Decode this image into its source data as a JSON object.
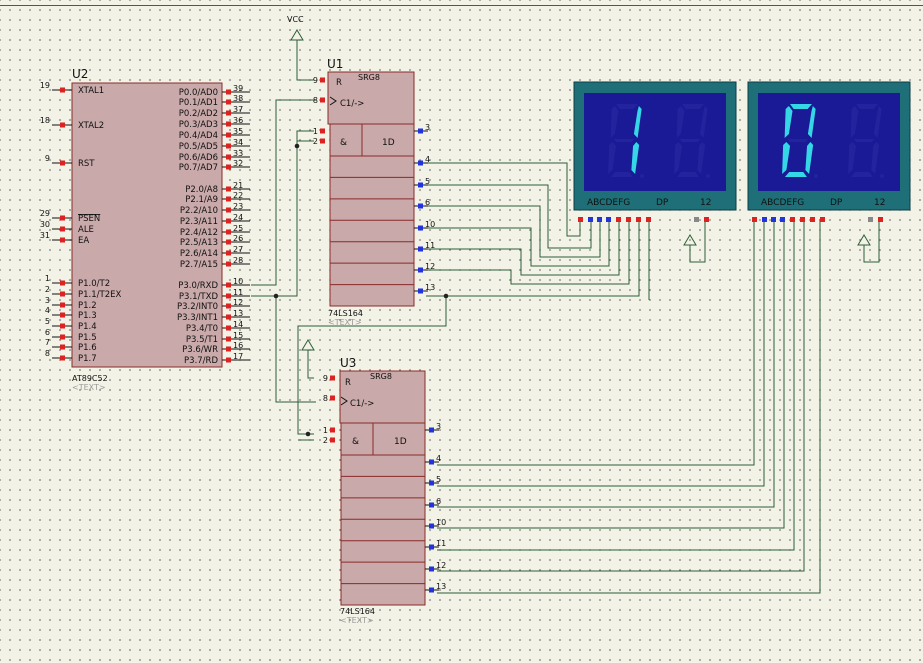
{
  "vcc_labels": [
    "VCC"
  ],
  "u2": {
    "ref": "U2",
    "part": "AT89C52",
    "text_tag": "<TEXT>",
    "left_pins": [
      {
        "num": "19",
        "name": "XTAL1"
      },
      {
        "num": "18",
        "name": "XTAL2"
      },
      {
        "num": "9",
        "name": "RST"
      },
      {
        "num": "29",
        "name": "PSEN"
      },
      {
        "num": "30",
        "name": "ALE"
      },
      {
        "num": "31",
        "name": "EA"
      },
      {
        "num": "1",
        "name": "P1.0/T2"
      },
      {
        "num": "2",
        "name": "P1.1/T2EX"
      },
      {
        "num": "3",
        "name": "P1.2"
      },
      {
        "num": "4",
        "name": "P1.3"
      },
      {
        "num": "5",
        "name": "P1.4"
      },
      {
        "num": "6",
        "name": "P1.5"
      },
      {
        "num": "7",
        "name": "P1.6"
      },
      {
        "num": "8",
        "name": "P1.7"
      }
    ],
    "right_pins": [
      {
        "num": "39",
        "name": "P0.0/AD0"
      },
      {
        "num": "38",
        "name": "P0.1/AD1"
      },
      {
        "num": "37",
        "name": "P0.2/AD2"
      },
      {
        "num": "36",
        "name": "P0.3/AD3"
      },
      {
        "num": "35",
        "name": "P0.4/AD4"
      },
      {
        "num": "34",
        "name": "P0.5/AD5"
      },
      {
        "num": "33",
        "name": "P0.6/AD6"
      },
      {
        "num": "32",
        "name": "P0.7/AD7"
      },
      {
        "num": "21",
        "name": "P2.0/A8"
      },
      {
        "num": "22",
        "name": "P2.1/A9"
      },
      {
        "num": "23",
        "name": "P2.2/A10"
      },
      {
        "num": "24",
        "name": "P2.3/A11"
      },
      {
        "num": "25",
        "name": "P2.4/A12"
      },
      {
        "num": "26",
        "name": "P2.5/A13"
      },
      {
        "num": "27",
        "name": "P2.6/A14"
      },
      {
        "num": "28",
        "name": "P2.7/A15"
      },
      {
        "num": "10",
        "name": "P3.0/RXD"
      },
      {
        "num": "11",
        "name": "P3.1/TXD"
      },
      {
        "num": "12",
        "name": "P3.2/INT0"
      },
      {
        "num": "13",
        "name": "P3.3/INT1"
      },
      {
        "num": "14",
        "name": "P3.4/T0"
      },
      {
        "num": "15",
        "name": "P3.5/T1"
      },
      {
        "num": "16",
        "name": "P3.6/WR"
      },
      {
        "num": "17",
        "name": "P3.7/RD"
      }
    ]
  },
  "shift_registers": [
    {
      "ref": "U1",
      "part": "74LS164",
      "text_tag": "<TEXT>",
      "fn": "SRG8",
      "r_label": "R",
      "clk_label": "C1/->",
      "and_label": "&",
      "d_label": "1D",
      "pins_in": [
        "9",
        "8",
        "1",
        "2"
      ],
      "pins_out": [
        "3",
        "4",
        "5",
        "6",
        "10",
        "11",
        "12",
        "13"
      ]
    },
    {
      "ref": "U3",
      "part": "74LS164",
      "text_tag": "<TEXT>",
      "fn": "SRG8",
      "r_label": "R",
      "clk_label": "C1/->",
      "and_label": "&",
      "d_label": "1D",
      "pins_in": [
        "9",
        "8",
        "1",
        "2"
      ],
      "pins_out": [
        "3",
        "4",
        "5",
        "6",
        "10",
        "11",
        "12",
        "13"
      ]
    }
  ],
  "displays": [
    {
      "digits": [
        "1",
        ""
      ],
      "pin_label": "ABCDEFG",
      "dp_label": "DP",
      "common_label": "12",
      "segment_color": "#35d7e6",
      "panel_color": "#1a1a96",
      "frame_color": "#1f6f78"
    },
    {
      "digits": [
        "0",
        ""
      ],
      "pin_label": "ABCDEFG",
      "dp_label": "DP",
      "common_label": "12",
      "segment_color": "#35d7e6",
      "panel_color": "#1a1a96",
      "frame_color": "#1f6f78"
    }
  ]
}
